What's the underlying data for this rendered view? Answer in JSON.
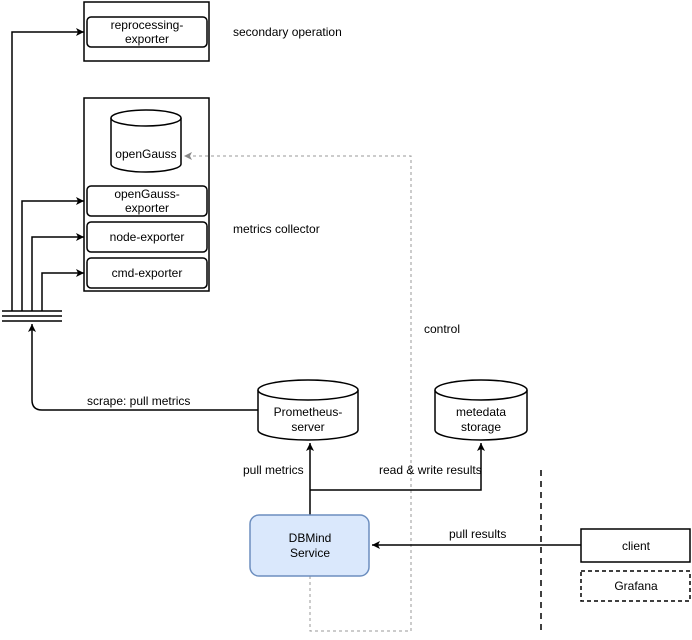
{
  "nodes": {
    "reprocessing_exporter": {
      "line1": "reprocessing-",
      "line2": "exporter"
    },
    "opengauss": "openGauss",
    "opengauss_exporter": {
      "line1": "openGauss-",
      "line2": "exporter"
    },
    "node_exporter": "node-exporter",
    "cmd_exporter": "cmd-exporter",
    "prometheus_server": {
      "line1": "Prometheus-",
      "line2": "server"
    },
    "metadata_storage": {
      "line1": "metedata",
      "line2": "storage"
    },
    "dbmind_service": {
      "line1": "DBMind",
      "line2": "Service"
    },
    "client": "client",
    "grafana": "Grafana"
  },
  "labels": {
    "secondary_operation": "secondary operation",
    "metrics_collector": "metrics collector",
    "control": "control",
    "scrape_pull_metrics": "scrape: pull metrics",
    "pull_metrics": "pull metrics",
    "read_write_results": "read & write results",
    "pull_results": "pull results"
  },
  "colors": {
    "dbmind_fill": "#dae8fc",
    "dbmind_stroke": "#6c8ebf",
    "line": "#000000",
    "control_line": "#999999"
  }
}
